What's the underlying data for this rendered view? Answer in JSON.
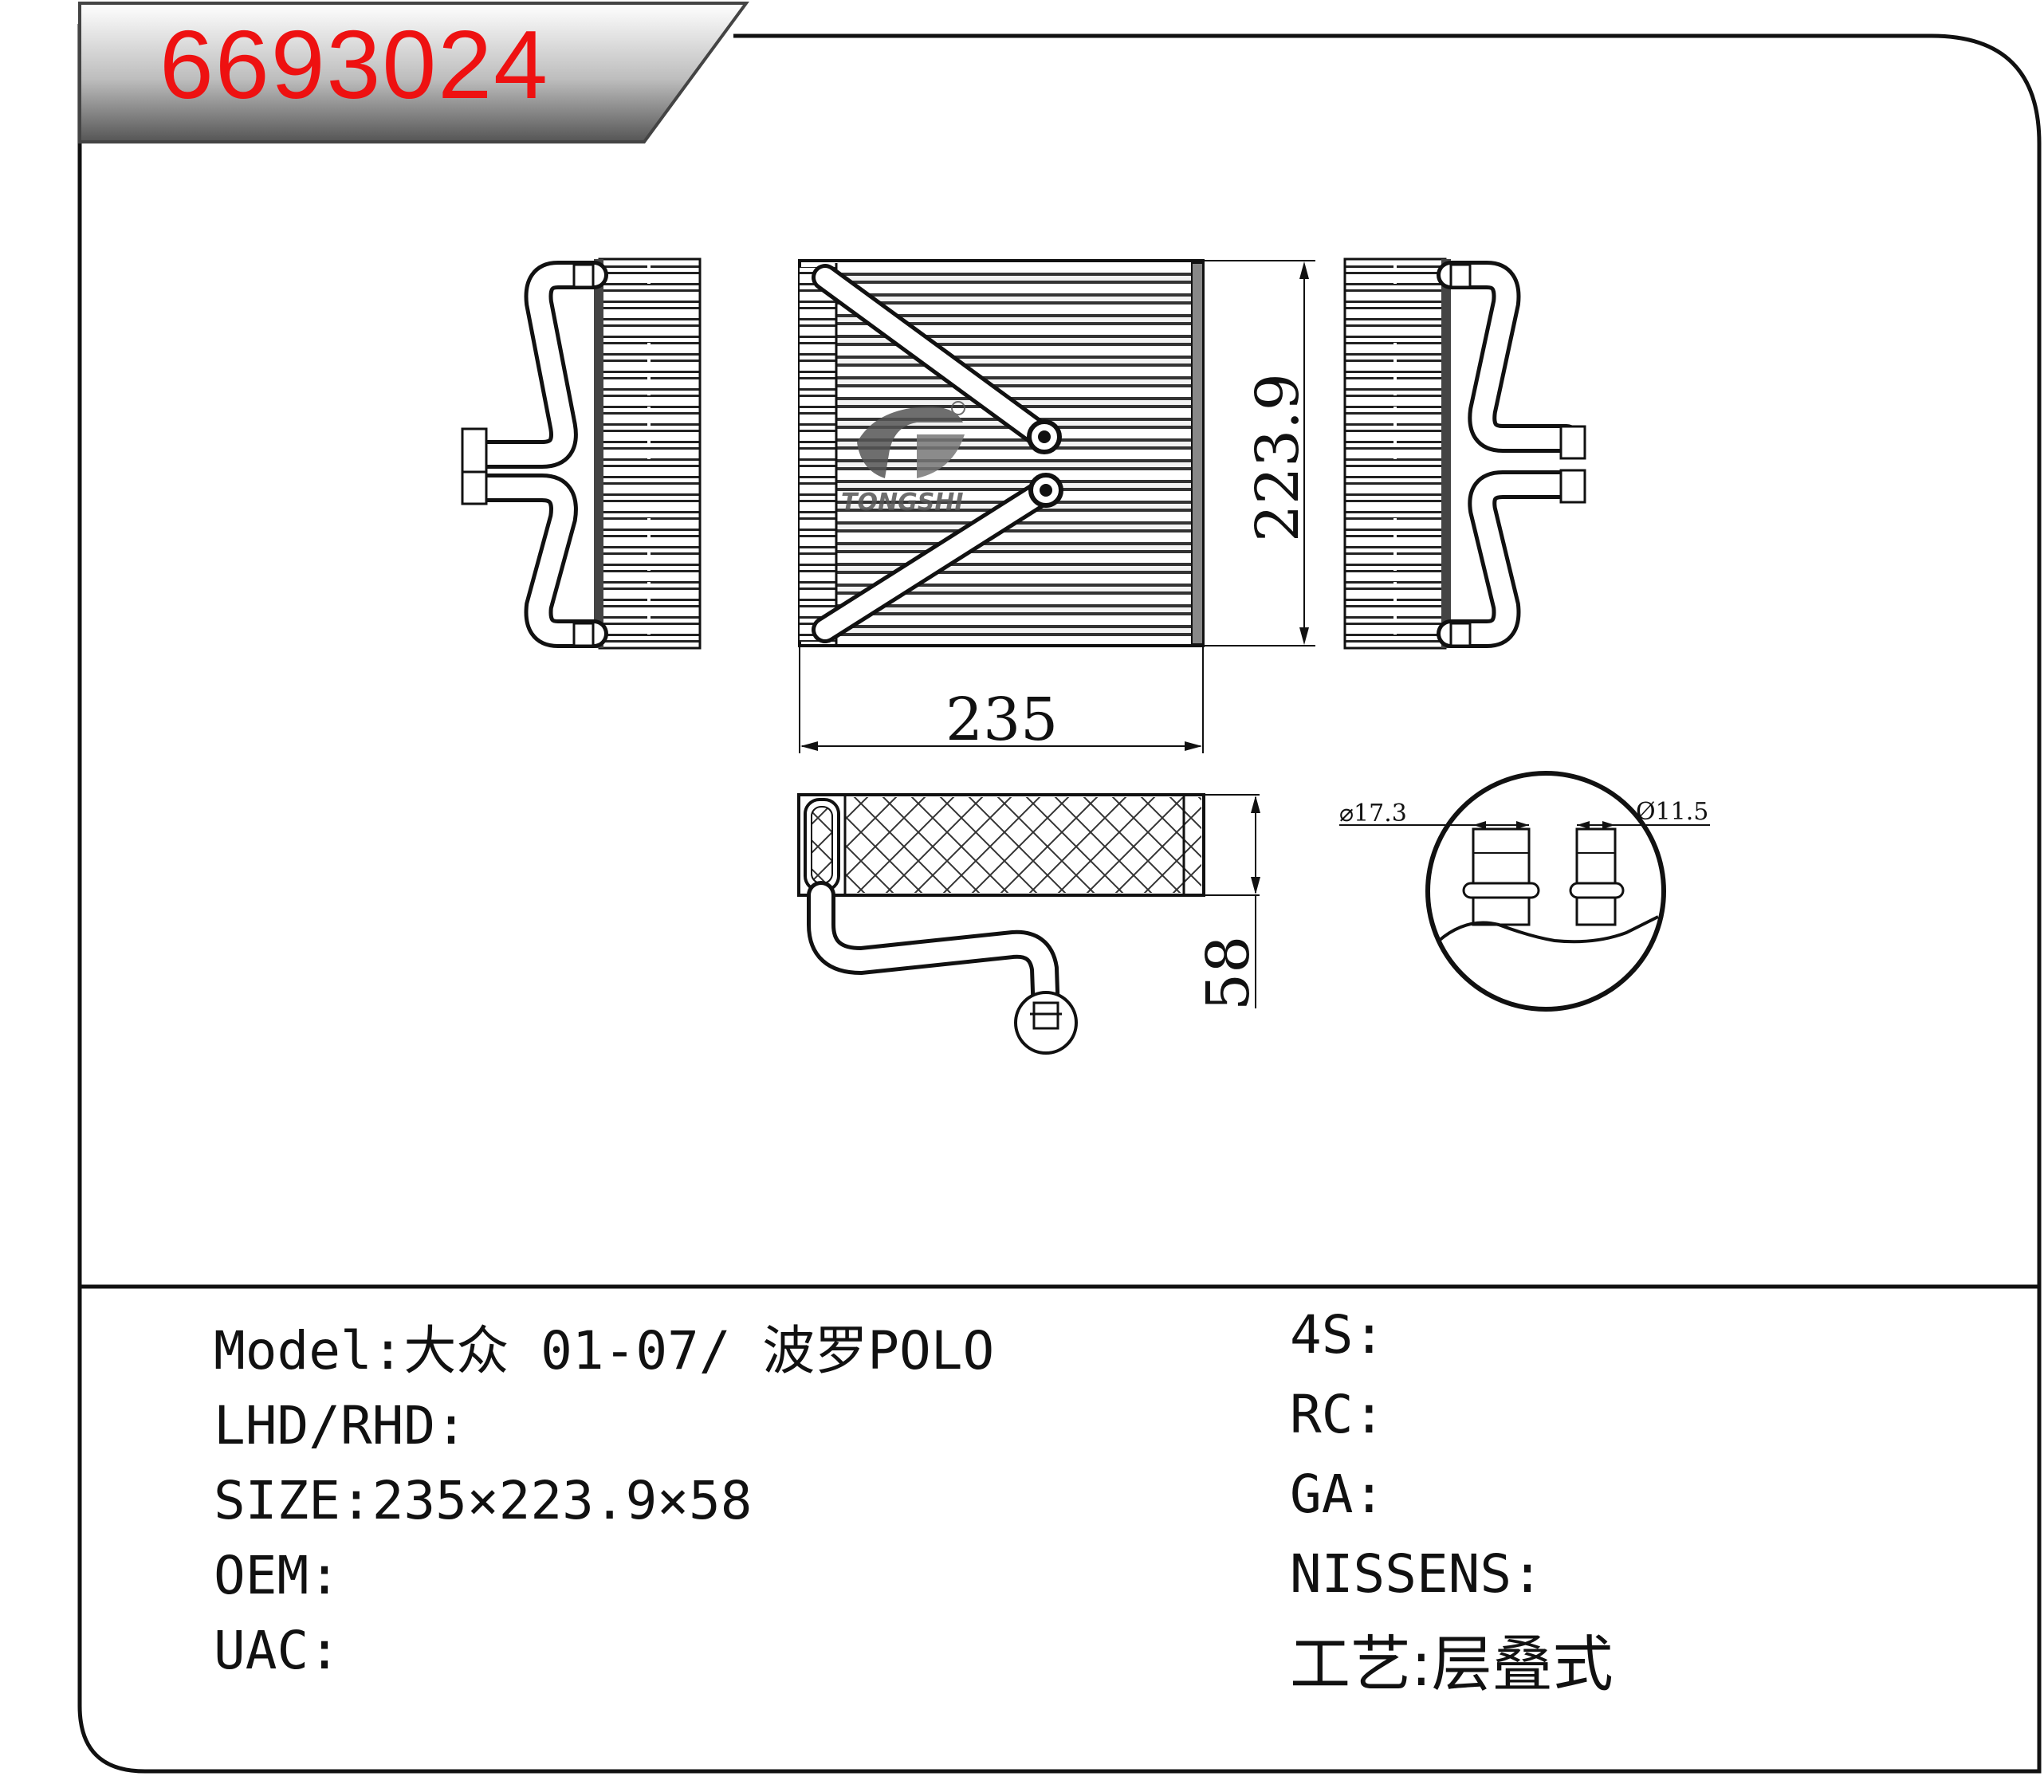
{
  "header": {
    "part_number": "6693024"
  },
  "drawing": {
    "logo_text": "TONGSHI",
    "dimensions": {
      "width": "235",
      "height": "223.9",
      "depth": "58"
    },
    "pipe_diameters": {
      "inlet": "⌀17.3",
      "outlet": "Ø11.5"
    }
  },
  "specs_left": [
    {
      "label": "Model:",
      "value": "大众 01-07/ 波罗POLO"
    },
    {
      "label": "LHD/RHD:",
      "value": ""
    },
    {
      "label": "SIZE:",
      "value": "235×223.9×58"
    },
    {
      "label": "OEM:",
      "value": ""
    },
    {
      "label": "UAC:",
      "value": ""
    }
  ],
  "specs_right": [
    {
      "label": "4S:",
      "value": ""
    },
    {
      "label": "RC:",
      "value": ""
    },
    {
      "label": "GA:",
      "value": ""
    },
    {
      "label": "NISSENS:",
      "value": ""
    },
    {
      "label": "工艺:",
      "value": "层叠式"
    }
  ],
  "colors": {
    "part_number": "#ee1111",
    "header_bar": "#5a5a5a",
    "line": "#111111"
  }
}
